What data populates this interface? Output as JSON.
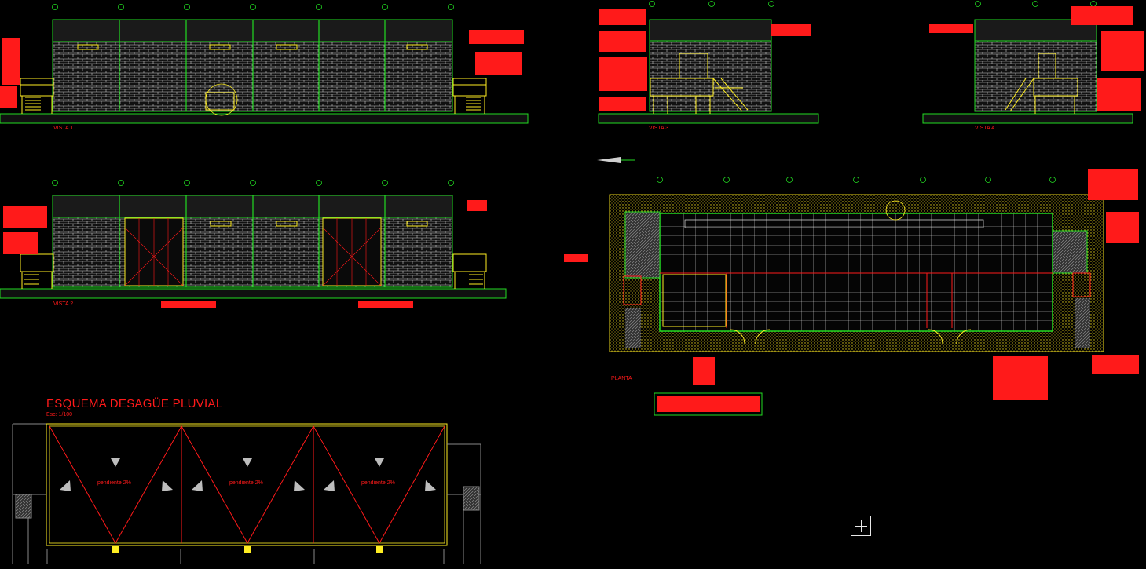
{
  "views": {
    "v1": {
      "label": "VISTA 1"
    },
    "v2": {
      "label": "VISTA 2"
    },
    "v3": {
      "label": "VISTA 3"
    },
    "v4": {
      "label": "VISTA 4"
    },
    "plan": {
      "label": "PLANTA"
    }
  },
  "drainage": {
    "title": "ESQUEMA DESAGÜE PLUVIAL",
    "scale": "Esc: 1/100",
    "slope_labels": [
      "pendiente 2%",
      "pendiente 2%",
      "pendiente 2%"
    ]
  },
  "colors": {
    "background": "#000000",
    "outline": "#22dd22",
    "brick": "#d8d8d8",
    "annotation": "#ff1a1a",
    "stair": "#ffee22",
    "roof_edge": "#ffee22"
  }
}
